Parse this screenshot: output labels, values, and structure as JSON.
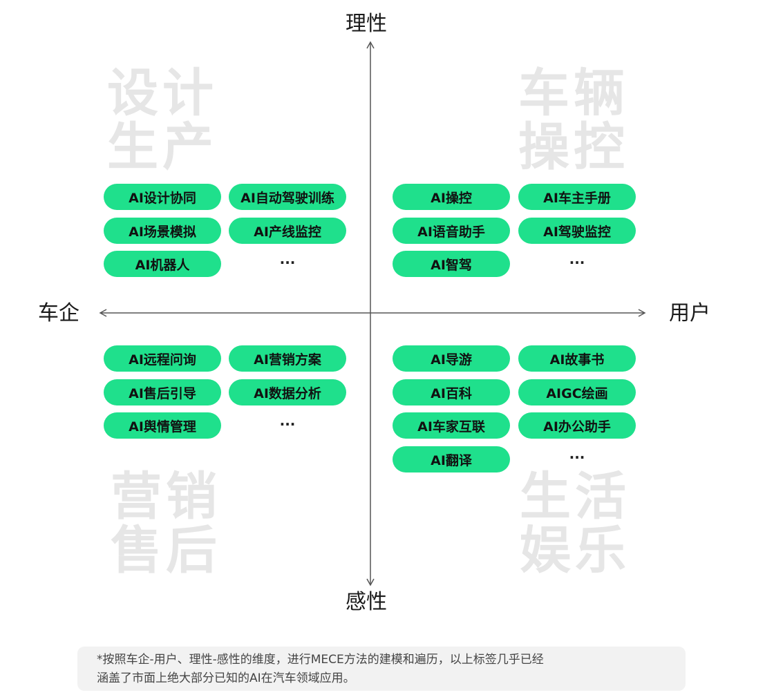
{
  "axes": {
    "top": "理性",
    "bottom": "感性",
    "left": "车企",
    "right": "用户"
  },
  "quadrants": {
    "top_left": {
      "title_line1": "设计",
      "title_line2": "生产",
      "tags": [
        "AI设计协同",
        "AI自动驾驶训练",
        "AI场景模拟",
        "AI产线监控",
        "AI机器人"
      ],
      "ellipsis": "···"
    },
    "top_right": {
      "title_line1": "车辆",
      "title_line2": "操控",
      "tags": [
        "AI操控",
        "AI车主手册",
        "AI语音助手",
        "AI驾驶监控",
        "AI智驾"
      ],
      "ellipsis": "···"
    },
    "bottom_left": {
      "title_line1": "营销",
      "title_line2": "售后",
      "tags": [
        "AI远程问询",
        "AI营销方案",
        "AI售后引导",
        "AI数据分析",
        "AI舆情管理"
      ],
      "ellipsis": "···"
    },
    "bottom_right": {
      "title_line1": "生活",
      "title_line2": "娱乐",
      "tags": [
        "AI导游",
        "AI故事书",
        "AI百科",
        "AIGC绘画",
        "AI车家互联",
        "AI办公助手",
        "AI翻译"
      ],
      "ellipsis": "···"
    }
  },
  "footnote": {
    "line1": "*按照车企-用户、理性-感性的维度，进行MECE方法的建模和遍历，以上标签几乎已经",
    "line2": "涵盖了市面上绝大部分已知的AI在汽车领域应用。"
  },
  "colors": {
    "tag": "#1fe08c",
    "quadrant_title": "#e6e6e6",
    "axis": "#555555"
  }
}
